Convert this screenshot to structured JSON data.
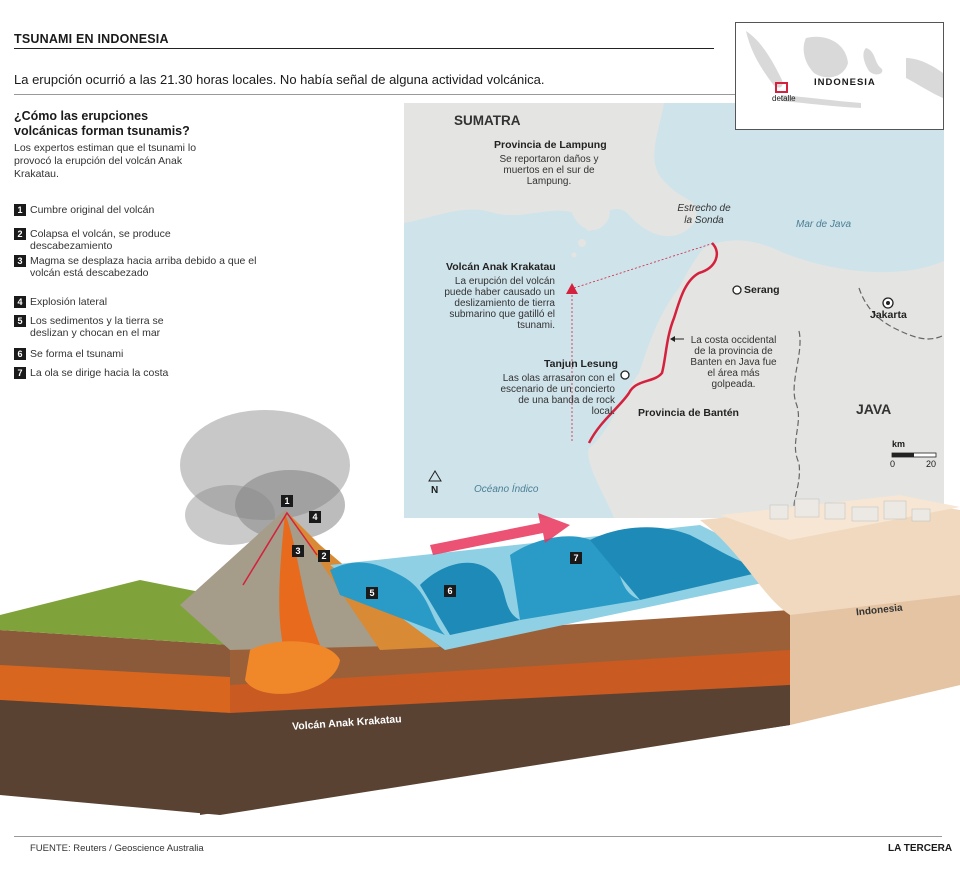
{
  "header": {
    "title": "TSUNAMI EN INDONESIA",
    "subtitle": "La erupción ocurrió a las 21.30 horas locales. No había señal de alguna actividad volcánica."
  },
  "explainer": {
    "question": "¿Cómo las erupciones volcánicas forman tsunamis?",
    "intro": "Los expertos estiman que el tsunami lo provocó la erupción del volcán Anak Krakatau.",
    "steps": [
      {
        "num": "1",
        "text": "Cumbre original del volcán"
      },
      {
        "num": "2",
        "text": "Colapsa el volcán, se produce descabezamiento"
      },
      {
        "num": "3",
        "text": "Magma se desplaza hacia arriba debido a que el volcán está descabezado"
      },
      {
        "num": "4",
        "text": "Explosión lateral"
      },
      {
        "num": "5",
        "text": "Los sedimentos y la tierra se deslizan y chocan en el mar"
      },
      {
        "num": "6",
        "text": "Se forma el tsunami"
      },
      {
        "num": "7",
        "text": "La ola se dirige hacia la costa"
      }
    ]
  },
  "map": {
    "sumatra": "SUMATRA",
    "java": "JAVA",
    "lampung_title": "Provincia de Lampung",
    "lampung_note": "Se reportaron daños y muertos en el sur de Lampung.",
    "strait": "Estrecho de la Sonda",
    "java_sea": "Mar de Java",
    "volcano_title": "Volcán Anak Krakatau",
    "volcano_note": "La erupción del volcán puede haber causado un deslizamiento de tierra submarino que gatilló el tsunami.",
    "serang": "Serang",
    "jakarta": "Jakarta",
    "tanjung_title": "Tanjun Lesung",
    "tanjung_note": "Las olas arrasaron con el escenario de un concierto de una banda de rock local.",
    "coast_note": "La costa occidental de la provincia de Banten en Java fue el área más golpeada.",
    "banten": "Provincia de Bantén",
    "ocean": "Océano Índico",
    "north": "N",
    "scale_unit": "km",
    "scale_min": "0",
    "scale_max": "20"
  },
  "inset": {
    "country": "INDONESIA",
    "detail": "detalle"
  },
  "scene": {
    "volcano_label": "Volcán Anak Krakatau",
    "land_label": "Indonesia"
  },
  "footer": {
    "source": "FUENTE: Reuters / Geoscience Australia",
    "brand": "LA TERCERA"
  },
  "colors": {
    "accent_red": "#d4213d",
    "sea": "#cfe3ea",
    "land": "#e4e4e2",
    "wave": "#2a9bc7"
  }
}
